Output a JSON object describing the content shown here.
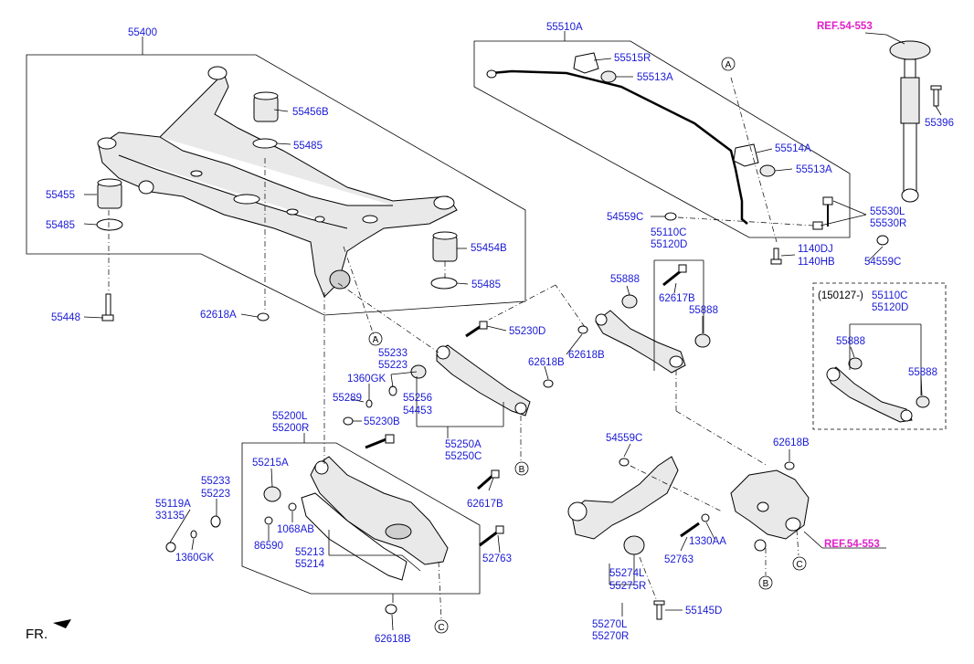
{
  "labels": {
    "p55400": "55400",
    "p55456B": "55456B",
    "p55485a": "55485",
    "p55455": "55455",
    "p55485b": "55485",
    "p55454B": "55454B",
    "p55485c": "55485",
    "p55448": "55448",
    "p62618A": "62618A",
    "p55510A": "55510A",
    "p55515R": "55515R",
    "p55513Aa": "55513A",
    "p55514A": "55514A",
    "p55513Ab": "55513A",
    "p54559Ca": "54559C",
    "p55530L": "55530L",
    "p55530R": "55530R",
    "p1140DJ": "1140DJ",
    "p1140HB": "1140HB",
    "p54559Cb": "54559C",
    "p55396": "55396",
    "p55110C": "55110C",
    "p55120D": "55120D",
    "p55888a": "55888",
    "p62617Ba": "62617B",
    "p55888b": "55888",
    "p62618Ba": "62618B",
    "pDate": "(150127-)",
    "p55110C2": "55110C",
    "p55120D2": "55120D",
    "p55888c": "55888",
    "p55888d": "55888",
    "p55230D": "55230D",
    "p55233a": "55233",
    "p55223a": "55223",
    "p1360GKa": "1360GK",
    "p55289": "55289",
    "p55256": "55256",
    "p54453": "54453",
    "p55230B": "55230B",
    "p62618Bb": "62618B",
    "p55250A": "55250A",
    "p55250C": "55250C",
    "p62617Bb": "62617B",
    "p55200L": "55200L",
    "p55200R": "55200R",
    "p55215A": "55215A",
    "p55233b": "55233",
    "p55223b": "55223",
    "p55119A": "55119A",
    "p33135": "33135",
    "p1360GKb": "1360GK",
    "p86590": "86590",
    "p1068AB": "1068AB",
    "p55213": "55213",
    "p55214": "55214",
    "p52763a": "52763",
    "p62618Bc": "62618B",
    "p54559Cc": "54559C",
    "p62618Bd": "62618B",
    "p1330AA": "1330AA",
    "p52763b": "52763",
    "p55274L": "55274L",
    "p55275R": "55275R",
    "p55145D": "55145D",
    "p55270L": "55270L",
    "p55270R": "55270R",
    "fr": "FR.",
    "ref1": "REF.54-553",
    "ref2": "REF.54-553",
    "circA1": "A",
    "circA2": "A",
    "circB1": "B",
    "circB2": "B",
    "circC1": "C",
    "circC2": "C"
  },
  "colors": {
    "label_blue": "#1a1ad6",
    "ref_magenta": "#e020c8",
    "line_black": "#000000"
  }
}
